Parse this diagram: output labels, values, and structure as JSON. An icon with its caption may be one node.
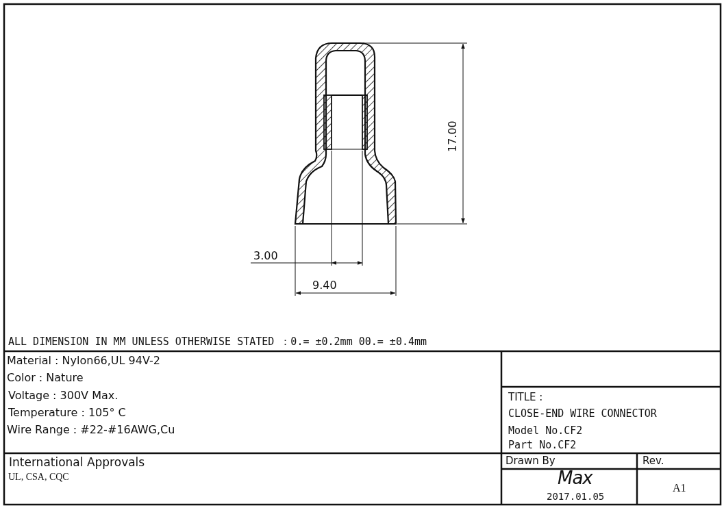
{
  "diagram": {
    "labels": [
      "17.00",
      "3.00",
      "9.40",
      "ALL DIMENSION IN MM UNLESS OTHERWISE STATED ：0.= ±0.2mm 00.= ±0.4mm",
      "Material : Nylon66,UL 94V-2",
      "Color : Nature",
      "Voltage : 300V Max.",
      "Temperature : 105° C",
      "Wire Range : #22-#16AWG,Cu",
      "TITLE :",
      "CLOSE-END WIRE CONNECTOR",
      "Model No.CF2",
      "Part No.CF2",
      "International Approvals",
      "UL, CSA, CQC",
      "Drawn By",
      "Rev.",
      "Max",
      "2017.01.05",
      "A1"
    ]
  }
}
